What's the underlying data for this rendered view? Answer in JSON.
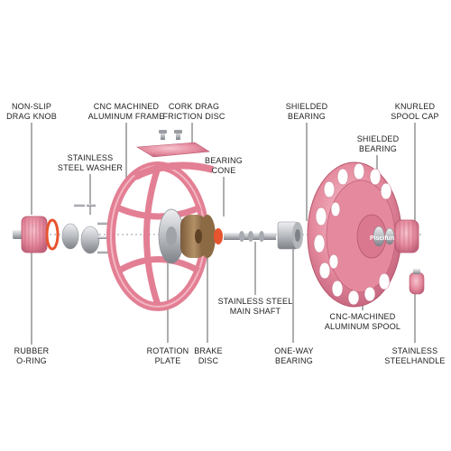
{
  "colors": {
    "frame": "#e37f94",
    "frame_light": "#f3b5c2",
    "frame_dark": "#b8566c",
    "silver": "#c9cbcf",
    "silver_dark": "#8d9096",
    "cork": "#9c7a52",
    "ring": "#e8542e",
    "leader": "#333333"
  },
  "labels": {
    "drag_knob": [
      "NON-SLIP",
      "DRAG KNOB"
    ],
    "frame": [
      "CNC MACHINED",
      "ALUMINUM FRAME"
    ],
    "cork": [
      "CORK DRAG",
      "FRICTION DISC"
    ],
    "bearing_top": [
      "SHIELDED",
      "BEARING"
    ],
    "spool_cap": [
      "KNURLED",
      "SPOOL CAP"
    ],
    "washer": [
      "STAINLESS",
      "STEEL WASHER"
    ],
    "bearing_cone": [
      "BEARING",
      "CONE"
    ],
    "bearing_right": [
      "SHIELDED",
      "BEARING"
    ],
    "main_shaft": [
      "STAINLESS STEEL",
      "MAIN SHAFT"
    ],
    "cnc_spool": [
      "CNC-MACHINED",
      "ALUMINUM SPOOL"
    ],
    "o_ring": [
      "RUBBER",
      "O-RING"
    ],
    "rotation_plate": [
      "ROTATION",
      "PLATE"
    ],
    "brake_disc": [
      "BRAKE",
      "DISC"
    ],
    "oneway_bearing": [
      "ONE-WAY",
      "BEARING"
    ],
    "handle": [
      "STAINLESS",
      "STEELHANDLE"
    ]
  },
  "brand": "Piscifun"
}
